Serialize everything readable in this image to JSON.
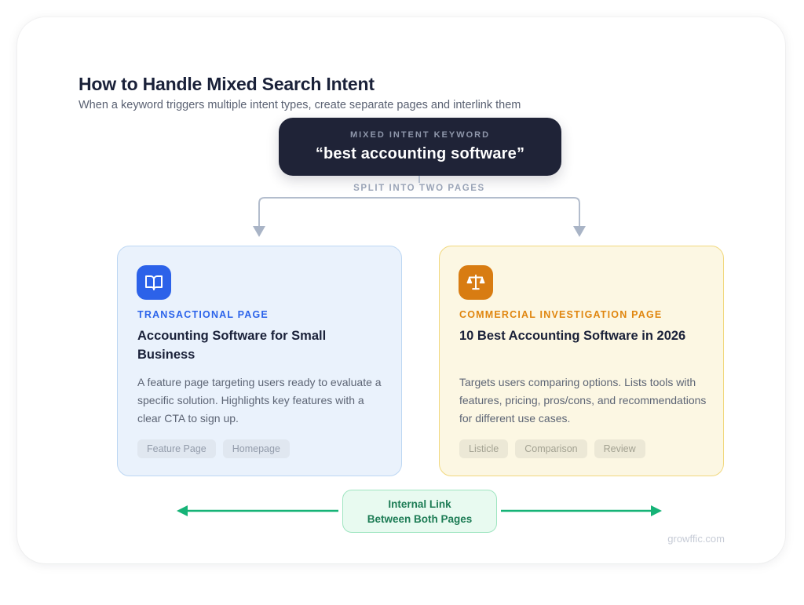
{
  "page": {
    "title": "How to Handle Mixed Search Intent",
    "subtitle": "When a keyword triggers multiple intent types, create separate pages and interlink them",
    "watermark": "growffic.com"
  },
  "keyword_box": {
    "label": "MIXED INTENT KEYWORD",
    "keyword": "“best accounting software”"
  },
  "split_label": "SPLIT INTO TWO PAGES",
  "cards": [
    {
      "id": "transactional",
      "icon": "open-book-icon",
      "category": "TRANSACTIONAL PAGE",
      "title": "Accounting Software for Small Business",
      "description": "A feature page targeting users ready to evaluate a specific solution. Highlights key features with a clear CTA to sign up.",
      "tags": [
        "Feature Page",
        "Homepage"
      ],
      "accent": "#2b63ea",
      "background": "#eaf2fc",
      "border": "#bdd7f3"
    },
    {
      "id": "commercial-investigation",
      "icon": "balance-scale-icon",
      "category": "COMMERCIAL INVESTIGATION PAGE",
      "title": "10 Best Accounting Software in 2026",
      "description": "Targets users comparing options. Lists tools with features, pricing, pros/cons, and recommendations for different use cases.",
      "tags": [
        "Listicle",
        "Comparison",
        "Review"
      ],
      "accent": "#e0860f",
      "background": "#fcf7e3",
      "border": "#f1d87e"
    }
  ],
  "internal_link": {
    "line1": "Internal Link",
    "line2": "Between Both Pages"
  },
  "colors": {
    "dark_navy": "#1f2337",
    "connector_gray": "#b0bac9",
    "green": "#16b377",
    "title_text": "#1a2139",
    "body_text": "#5d6575"
  }
}
